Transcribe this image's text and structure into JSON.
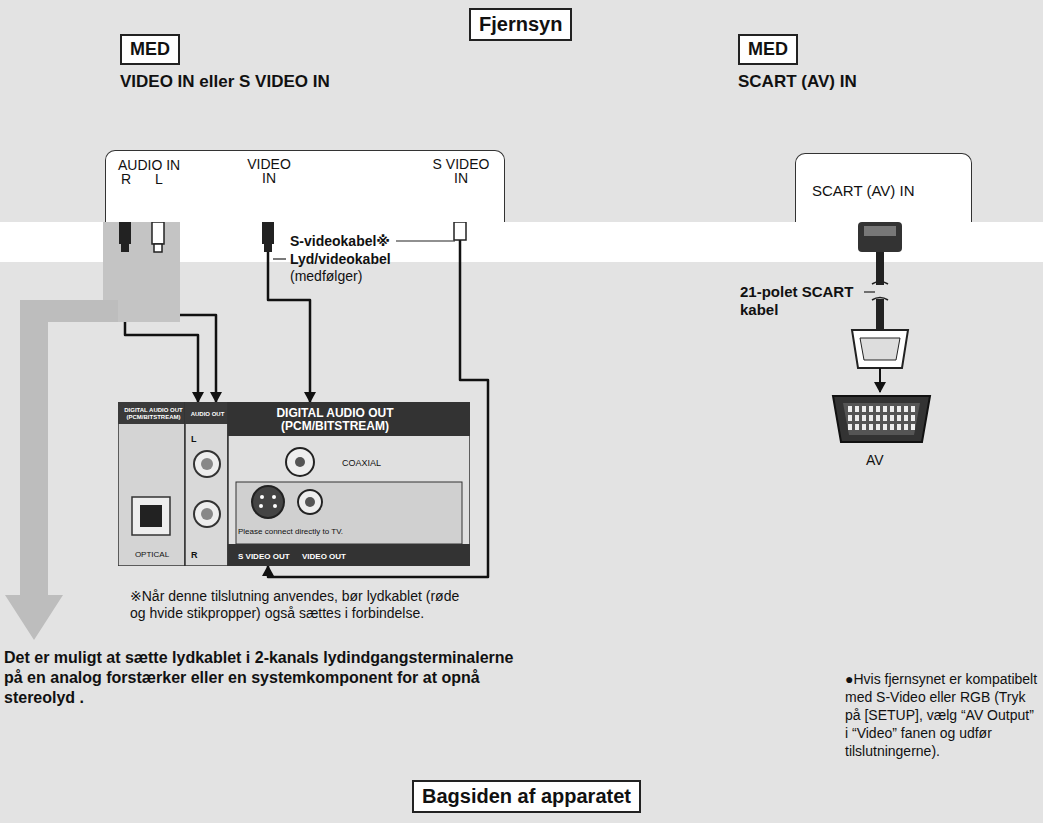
{
  "diagram": {
    "nodes": [
      {
        "text": [
          "Fjernsyn"
        ]
      },
      {
        "text": [
          "MED"
        ]
      },
      {
        "text": [
          "MED"
        ]
      },
      {
        "text": [
          "AUDIO IN",
          "R",
          "L",
          "VIDEO IN",
          "S VIDEO IN"
        ]
      },
      {
        "text": [
          "SCART (AV) IN"
        ]
      },
      {
        "text": [
          "DIGITAL AUDIO OUT (PCM/BITSTREAM)",
          "AUDIO OUT",
          "DIGITAL AUDIO OUT (PCM/BITSTREAM)",
          "L",
          "COAXIAL",
          "OPTICAL",
          "R",
          "Please connect directly to TV.",
          "S VIDEO OUT",
          "VIDEO OUT"
        ]
      },
      {
        "text": [
          "Bagsiden af apparatet"
        ]
      }
    ],
    "edges": [
      {
        "from": 3,
        "to": 5,
        "arrow": "to"
      },
      {
        "from": 3,
        "to": 5,
        "arrow": "to"
      },
      {
        "from": 3,
        "to": 5,
        "arrow": "to"
      },
      {
        "from": 3,
        "to": 5,
        "arrow": "to"
      }
    ],
    "labels": [
      "VIDEO IN eller S VIDEO IN",
      "SCART (AV) IN",
      "S-videokabel※",
      "Lyd/videokabel",
      "(medfølger)",
      "21-polet SCART kabel",
      "AV",
      "※Når denne tilslutning anvendes, bør lydkablet (røde og hvide stikpropper) også sættes i forbindelse.",
      "Det er muligt at sætte lydkablet i 2-kanals lydindgangsterminalerne på en analog forstærker eller en systemkomponent for at opnå stereolyd .",
      "●Hvis fjernsynet er kompatibelt med S-Video eller RGB (Tryk på [SETUP], vælg “AV Output” i “Video” fanen og udfør tilslutningerne)."
    ]
  }
}
